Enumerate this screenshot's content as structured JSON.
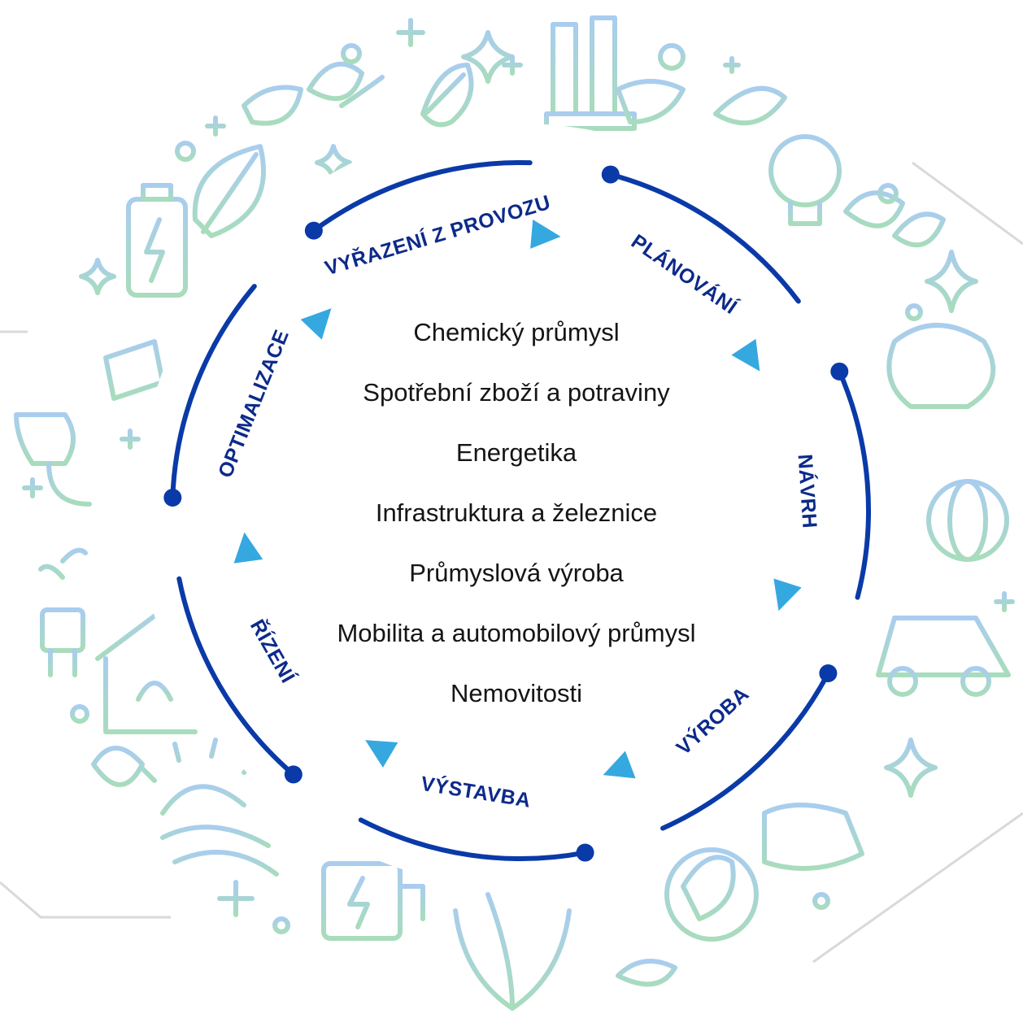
{
  "cycle": {
    "stages": [
      "PLÁNOVÁNÍ",
      "NÁVRH",
      "VÝROBA",
      "VÝSTAVBA",
      "ŘÍZENÍ",
      "OPTIMALIZACE",
      "VYŘAZENÍ Z PROVOZU"
    ]
  },
  "industries": [
    "Chemický průmysl",
    "Spotřební zboží a potraviny",
    "Energetika",
    "Infrastruktura a železnice",
    "Průmyslová výroba",
    "Mobilita a automobilový průmysl",
    "Nemovitosti"
  ],
  "colors": {
    "ring": "#0a3aa8",
    "arrow": "#35a8e0",
    "label": "#0c2a8a",
    "icons_top": "#9ec6ea",
    "icons_bottom": "#a6d9b8",
    "frame": "#d6d6d6"
  },
  "background_icons": [
    "leaf-icon",
    "battery-icon",
    "plug-icon",
    "factory-icon",
    "lightbulb-icon",
    "globe-icon",
    "car-icon",
    "house-icon",
    "sun-icon",
    "charging-station-icon",
    "hands-icon",
    "recycle-icon",
    "sparkle-icon"
  ]
}
